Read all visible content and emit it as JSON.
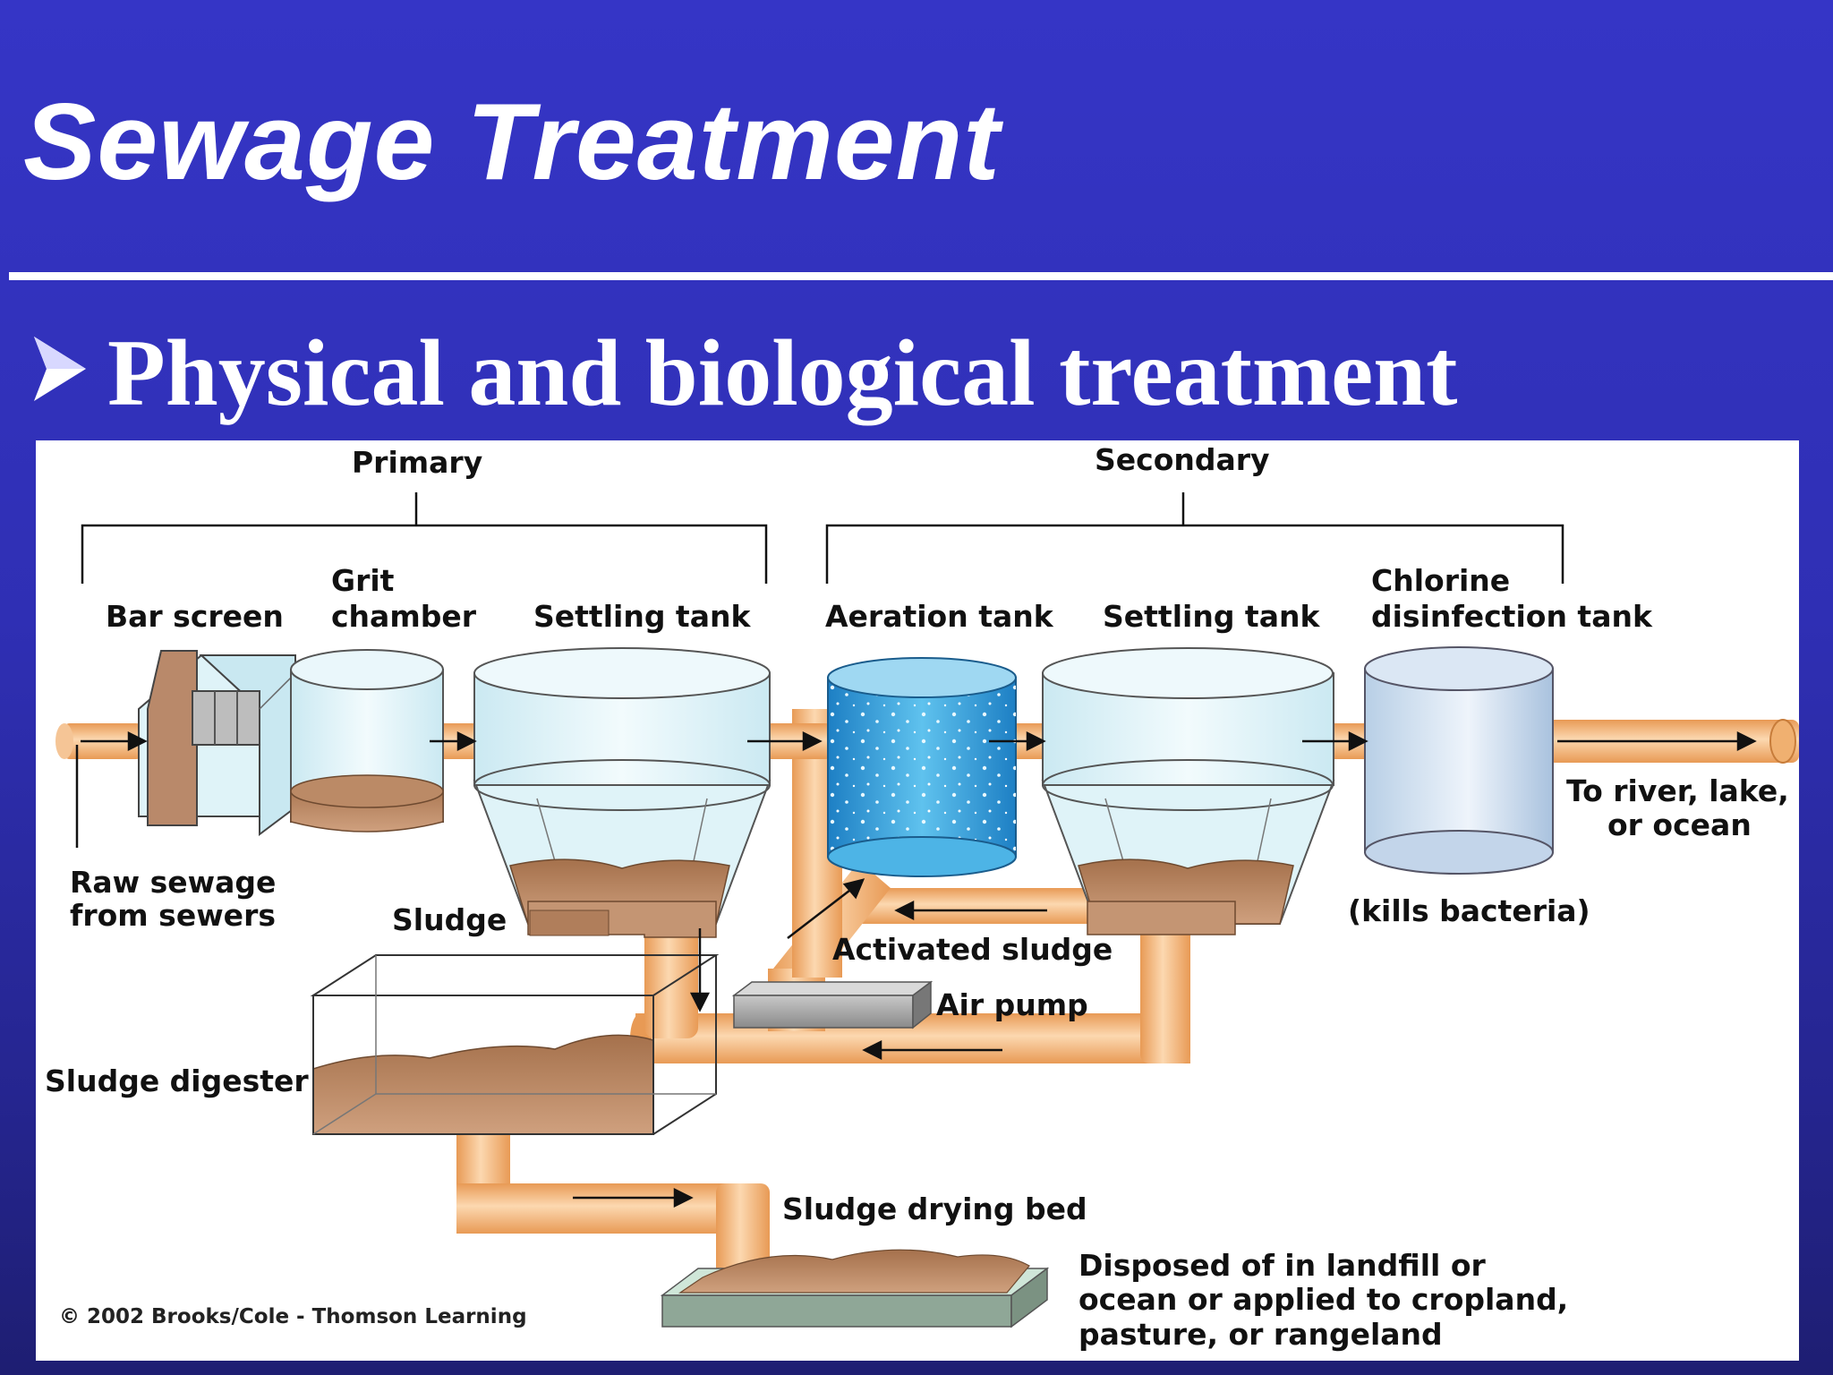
{
  "slide": {
    "title": "Sewage Treatment",
    "bullet": "Physical and biological treatment"
  },
  "diagram": {
    "groups": {
      "primary": "Primary",
      "secondary": "Secondary"
    },
    "stages": {
      "bar_screen": "Bar screen",
      "grit_line1": "Grit",
      "grit_line2": "chamber",
      "settling_primary": "Settling tank",
      "aeration": "Aeration tank",
      "settling_secondary": "Settling tank",
      "chlorine_line1": "Chlorine",
      "chlorine_line2": "disinfection tank"
    },
    "labels": {
      "raw_line1": "Raw sewage",
      "raw_line2": "from sewers",
      "sludge": "Sludge",
      "activated_sludge": "Activated sludge",
      "air_pump": "Air pump",
      "sludge_digester": "Sludge digester",
      "drying_bed": "Sludge drying bed",
      "outlet_line1": "To river, lake,",
      "outlet_line2": "or ocean",
      "kills_bacteria": "(kills bacteria)",
      "disposed_line1": "Disposed of in landfill or",
      "disposed_line2": "ocean or applied to cropland,",
      "disposed_line3": "pasture, or rangeland",
      "copyright": "© 2002 Brooks/Cole - Thomson Learning"
    }
  },
  "colors": {
    "background": "#3232c0",
    "pipe": "#f0b070",
    "sludge": "#b98560",
    "water": "#dff3f8",
    "aeration": "#2a96d8"
  }
}
